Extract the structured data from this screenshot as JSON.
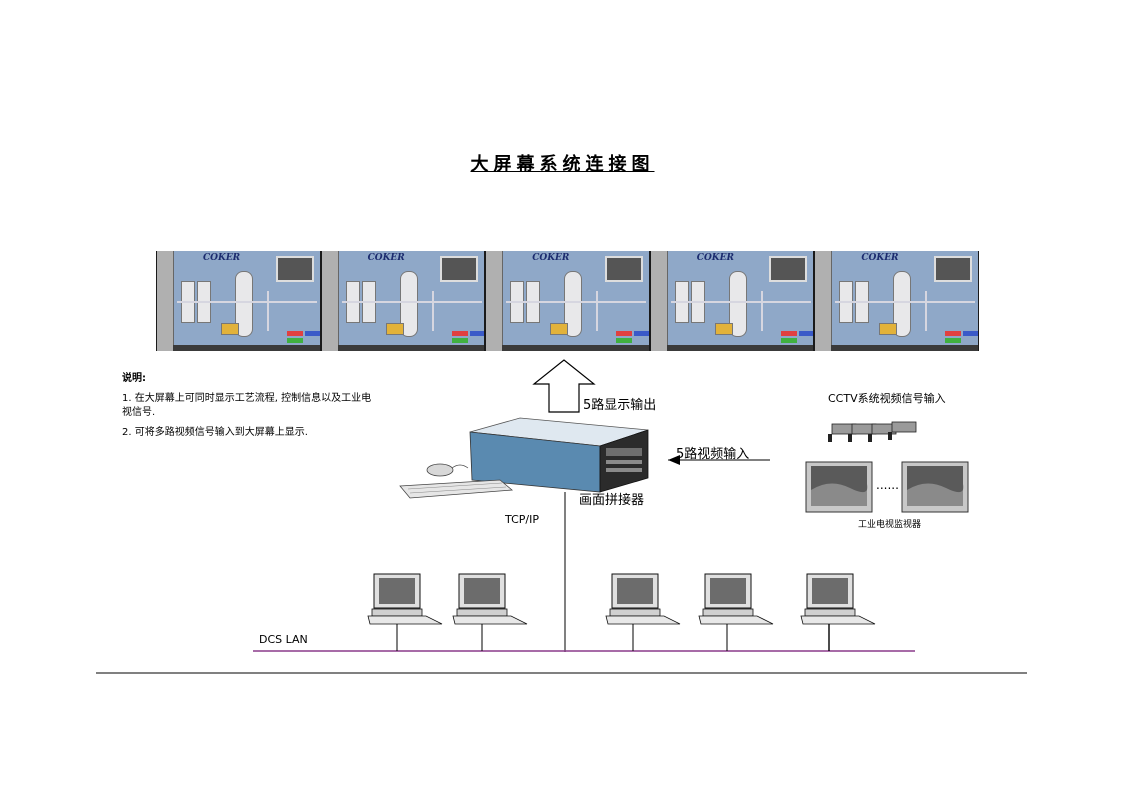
{
  "title": "大屏幕系统连接图",
  "notes": {
    "heading": "说明:",
    "item1": "1. 在大屏幕上可同时显示工艺流程, 控制信息以及工业电视信号.",
    "item2": "2. 可将多路视频信号输入到大屏幕上显示."
  },
  "screens": {
    "panel_label": "COKER",
    "count": 5
  },
  "labels": {
    "display_output": "5路显示输出",
    "video_input": "5路视频输入",
    "cctv_input": "CCTV系统视频信号输入",
    "splicer": "画面拼接器",
    "tcpip": "TCP/IP",
    "monitors": "工业电视监视器",
    "ellipsis": "......",
    "lan": "DCS LAN"
  },
  "colors": {
    "lan_line": "#8a3a8a",
    "screen_bg": "#8fa8c8",
    "server": "#5a8ab0"
  }
}
